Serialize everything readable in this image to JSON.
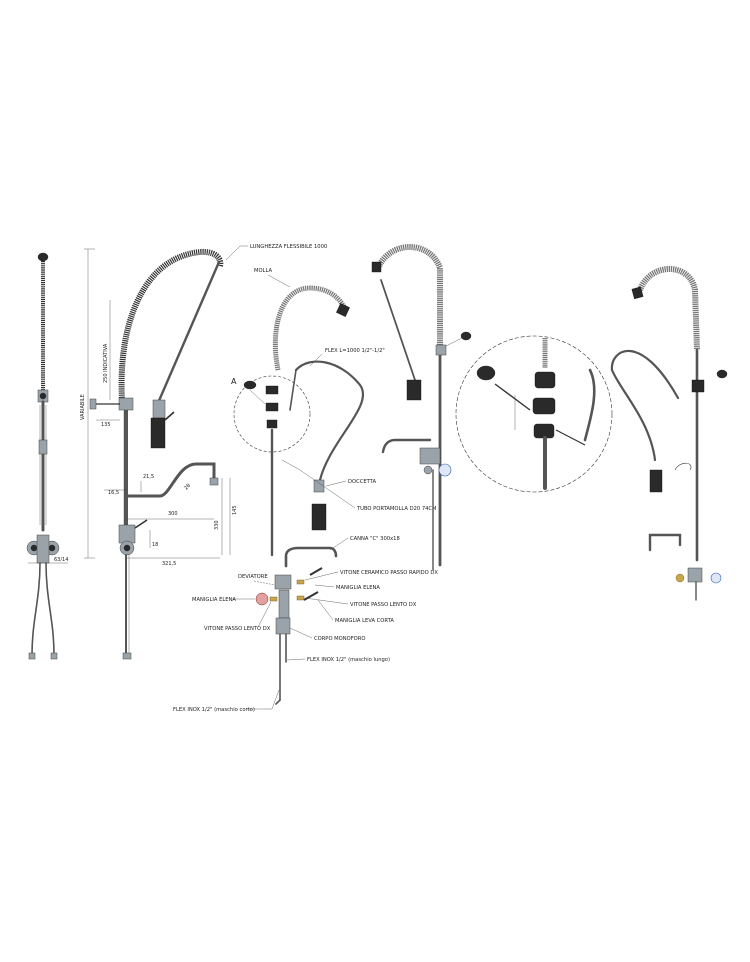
{
  "labels": {
    "lunghezza_flessibile": "LUNGHEZZA FLESSIBILE 1000",
    "molla": "MOLLA",
    "flex_l1000": "FLEX L=1000 1/2\"-1/2\"",
    "doccetta": "DOCCETTA",
    "tubo_portamolla": "TUBO PORTAMOLLA D20 74CM",
    "canna_c": "CANNA \"C\" 300x18",
    "deviatore": "DEVIATORE",
    "vitone_ceramico": "VITONE CERAMICO PASSO RAPIDO DX",
    "maniglia_elena_right": "MANIGLIA ELENA",
    "vitone_passo_lento_dx_right": "VITONE PASSO LENTO DX",
    "maniglia_leva_corta": "MANIGLIA LEVA CORTA",
    "maniglia_elena_left": "MANIGLIA ELENA",
    "vitone_passo_lento_dx_left": "VITONE PASSO LENTO DX",
    "corpo_monoforo": "CORPO MONOFORO",
    "flex_inox_lungo": "FLEX INOX 1/2\" (maschio lungo)",
    "flex_inox_corto": "FLEX INOX 1/2\" (maschio corto)",
    "detail_a": "A"
  },
  "dimensions": {
    "variabile": "VARIABILE",
    "indicativa": "250 INDICATIVA",
    "d135": "135",
    "d215": "21,5",
    "d165": "16,5",
    "d300": "300",
    "d3215": "321,5",
    "d330": "330",
    "d145": "145",
    "d28": "28",
    "d18": "18",
    "d6314": "63/14"
  },
  "colors": {
    "line": "#333333",
    "chrome": "#9aa3aa",
    "black_part": "#2a2a2a",
    "brass": "#c8a64a",
    "handle_red": "#c0392b",
    "handle_blue": "#2f5fb3"
  }
}
